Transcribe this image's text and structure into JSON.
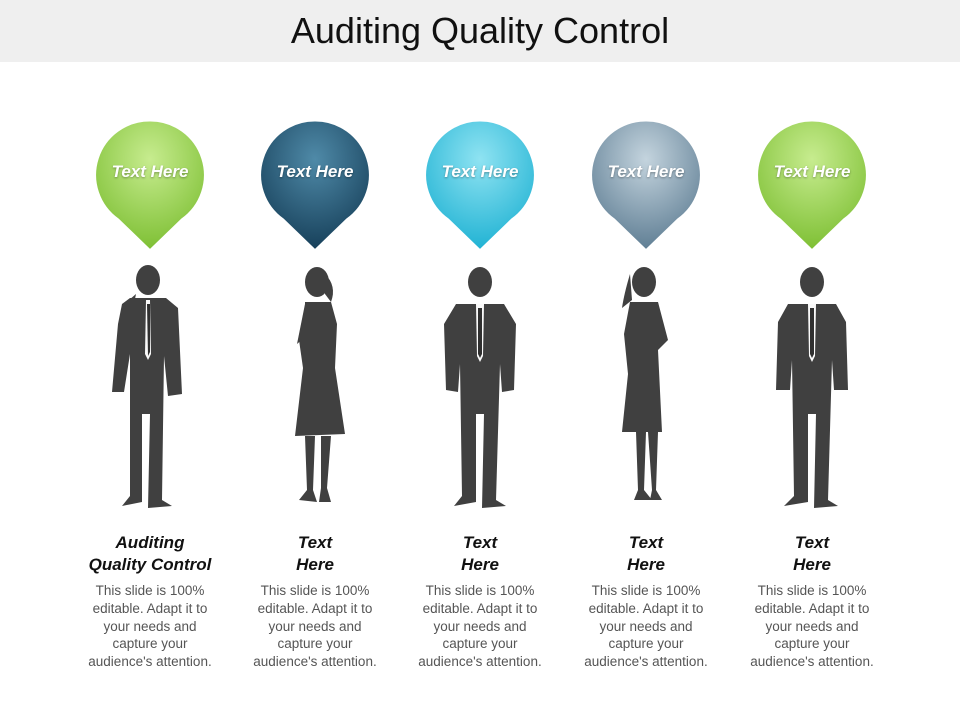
{
  "title": "Auditing Quality Control",
  "colors": {
    "green": "#8cc63f",
    "navy": "#1f4e6b",
    "cyan": "#35bfdc",
    "slate": "#7391a6",
    "silhouette": "#404040"
  },
  "columns": [
    {
      "pin_label": "Text Here",
      "pin_color": "green",
      "figure": "man-on-phone-silhouette",
      "heading_line1": "Auditing",
      "heading_line2": "Quality Control",
      "desc": [
        "This slide is 100%",
        "editable. Adapt it to",
        "your needs and",
        "capture your",
        "audience's attention."
      ]
    },
    {
      "pin_label": "Text Here",
      "pin_color": "navy",
      "figure": "woman-thinking-silhouette",
      "heading_line1": "Text",
      "heading_line2": "Here",
      "desc": [
        "This slide is 100%",
        "editable. Adapt it to",
        "your needs and",
        "capture your",
        "audience's attention."
      ]
    },
    {
      "pin_label": "Text Here",
      "pin_color": "cyan",
      "figure": "man-hands-in-pockets-silhouette",
      "heading_line1": "Text",
      "heading_line2": "Here",
      "desc": [
        "This slide is 100%",
        "editable. Adapt it to",
        "your needs and",
        "capture your",
        "audience's attention."
      ]
    },
    {
      "pin_label": "Text Here",
      "pin_color": "slate",
      "figure": "woman-arms-crossed-silhouette",
      "heading_line1": "Text",
      "heading_line2": "Here",
      "desc": [
        "This slide is 100%",
        "editable. Adapt it to",
        "your needs and",
        "capture your",
        "audience's attention."
      ]
    },
    {
      "pin_label": "Text Here",
      "pin_color": "green",
      "figure": "man-standing-silhouette",
      "heading_line1": "Text",
      "heading_line2": "Here",
      "desc": [
        "This slide is 100%",
        "editable. Adapt it to",
        "your needs and",
        "capture your",
        "audience's attention."
      ]
    }
  ]
}
